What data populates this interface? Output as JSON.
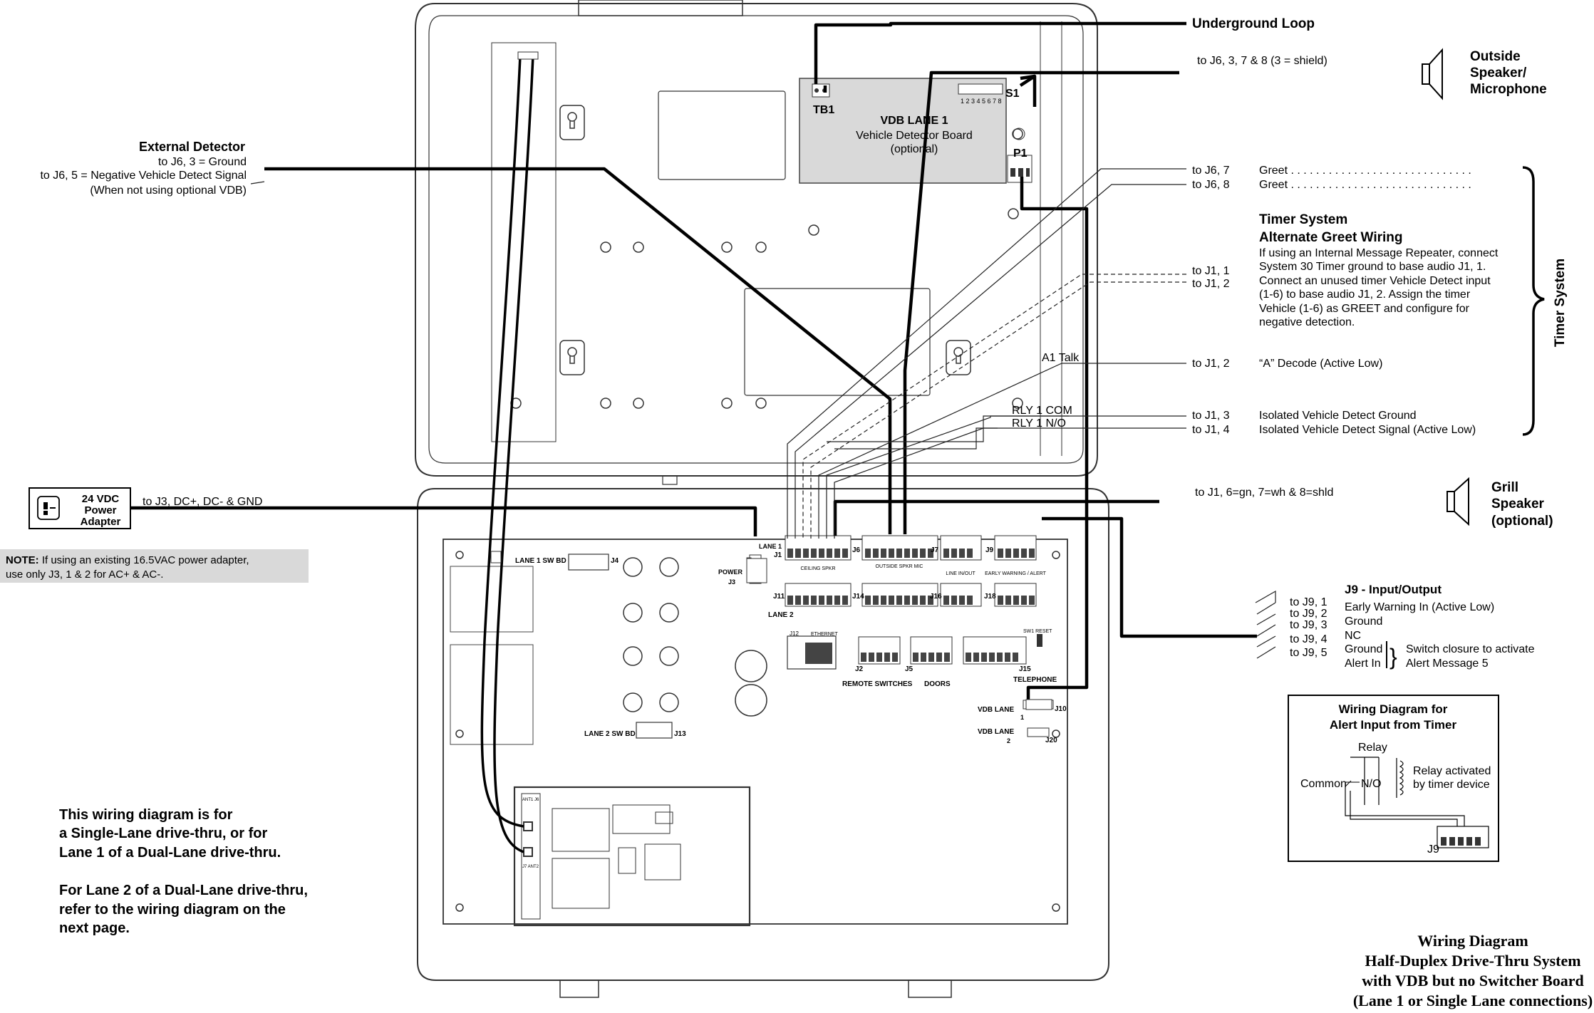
{
  "top": {
    "underground_loop": "Underground Loop",
    "outside_speaker_wiring": "to J6, 3, 7 & 8 (3 = shield)",
    "outside_speaker_1": "Outside",
    "outside_speaker_2": "Speaker/",
    "outside_speaker_3": "Microphone"
  },
  "vdb": {
    "tb1": "TB1",
    "s1": "S1",
    "title": "VDB LANE 1",
    "line2": "Vehicle Detector Board",
    "line3": "(optional)",
    "p1": "P1",
    "dip_numbers": "1 2 3 4 5 6 7 8"
  },
  "external_detector": {
    "title": "External Detector",
    "line1": "to J6, 3 = Ground",
    "line2": "to J6, 5 = Negative Vehicle Detect Signal",
    "line3": "(When not using optional VDB)"
  },
  "timer": {
    "greet1_to": "to J6, 7",
    "greet1": "Greet . . . . . . . . . . . . . . . . . . . . . . . . . . . . .",
    "greet2_to": "to J6, 8",
    "greet2": "Greet . . . . . . . . . . . . . . . . . . . . . . . . . . . . .",
    "heading1": "Timer System",
    "heading2": "Alternate Greet Wiring",
    "desc1": "If using an Internal Message Repeater, connect",
    "desc2": "System 30 Timer ground to base audio J1, 1.",
    "desc3": "Connect an unused timer Vehicle Detect input",
    "desc4": "(1-6) to base audio J1, 2.  Assign the timer",
    "desc5": "Vehicle (1-6) as GREET and configure for",
    "desc6": "negative detection.",
    "j11": "to J1,  1",
    "j12": "to J1,  2",
    "a1_talk": "A1 Talk",
    "decode_to": "to J1,  2",
    "decode": "“A” Decode (Active Low)",
    "rly_com": "RLY 1 COM",
    "rly_no": "RLY 1 N/O",
    "iso_gnd_to": "to J1,  3",
    "iso_gnd": "Isolated Vehicle Detect Ground",
    "iso_sig_to": "to J1,  4",
    "iso_sig": "Isolated Vehicle Detect Signal (Active Low)",
    "side_label": "Timer System"
  },
  "power": {
    "label1": "24 VDC",
    "label2": "Power",
    "label3": "Adapter",
    "wiring": "to J3, DC+, DC- & GND",
    "note_bold": "NOTE:",
    "note1": " If using an existing 16.5VAC power adapter,",
    "note2": "use only J3, 1 & 2 for AC+ & AC-."
  },
  "grill": {
    "wiring": "to J1, 6=gn, 7=wh & 8=shld",
    "label1": "Grill",
    "label2": "Speaker",
    "label3": "(optional)"
  },
  "board": {
    "lane1_sw": "LANE 1 SW BD",
    "j4": "J4",
    "lane2_sw": "LANE 2 SW BD",
    "j13": "J13",
    "power": "POWER",
    "j3": "J3",
    "lane1": "LANE 1",
    "j1": "J1",
    "j6": "J6",
    "j7": "J7",
    "j9": "J9",
    "j11": "J11",
    "j14": "J14",
    "j16": "J16",
    "j18": "J18",
    "lane2": "LANE 2",
    "ceiling_spkr": "CEILING SPKR",
    "outside_spkr_mic": "OUTSIDE SPKR MIC",
    "line_in_out": "LINE IN/OUT",
    "early_warning": "EARLY WARNING / ALERT",
    "j12": "J12",
    "ethernet": "ETHERNET",
    "j2": "J2",
    "j5": "J5",
    "j15": "J15",
    "remote_switches": "REMOTE SWITCHES",
    "doors": "DOORS",
    "telephone": "TELEPHONE",
    "sw1_reset": "SW1 RESET",
    "vdb_lane1": "VDB LANE",
    "vdb_lane1_num": "1",
    "j10": "J10",
    "vdb_lane2": "VDB LANE",
    "vdb_lane2_num": "2",
    "j20": "J20",
    "ant1": "ANT1 J6",
    "ant2": "J7 ANT2"
  },
  "j9_io": {
    "title": "J9 - Input/Output",
    "p1_to": "to J9,  1",
    "p1": "Early Warning In (Active Low)",
    "p2_to": "to J9,  2",
    "p2": "Ground",
    "p3_to": "to J9,  3",
    "p3": "NC",
    "p4_to": "to J9,  4",
    "p4": "Ground",
    "p5_to": "to J9,  5",
    "p5": "Alert In",
    "switch1": "Switch closure to activate",
    "switch2": "Alert Message 5"
  },
  "alert_box": {
    "title1": "Wiring Diagram for",
    "title2": "Alert Input from Timer",
    "relay": "Relay",
    "activated1": "Relay activated",
    "activated2": "by timer device",
    "common": "Common",
    "no": "N/O",
    "j9": "J9"
  },
  "notes": {
    "line1": "This wiring diagram is for",
    "line2": "a Single-Lane drive-thru, or for",
    "line3": "Lane 1 of a Dual-Lane drive-thru.",
    "line4": "For Lane 2 of a Dual-Lane drive-thru,",
    "line5": "refer to the wiring diagram on the",
    "line6": "next page."
  },
  "title_block": {
    "line1": "Wiring Diagram",
    "line2": "Half-Duplex Drive-Thru System",
    "line3": "with VDB but no Switcher Board",
    "line4": "(Lane 1 or Single Lane connections)"
  }
}
